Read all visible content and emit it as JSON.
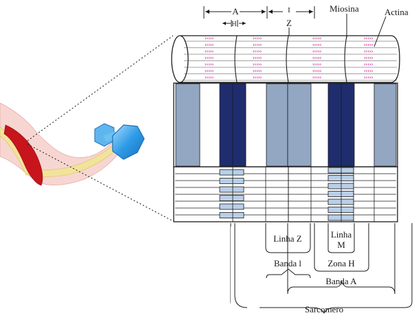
{
  "labels": {
    "a": "A",
    "i": "I",
    "h": "H",
    "z": "Z",
    "miosina": "Miosina",
    "actina": "Actina",
    "linha_z": "Linha Z",
    "linha_m_1": "Linha",
    "linha_m_2": "M",
    "banda_i": "Banda l",
    "zona_h": "Zona H",
    "banda_a": "Banda A",
    "sarcomero": "Sarcomero"
  },
  "colors": {
    "dark_band": "#1f2d6e",
    "light_band": "#93a7c3",
    "pale_block": "#b9cfe8",
    "chevron": "#d0209a",
    "muscle": "#c8141c",
    "skin": "#f3c8c4",
    "bone": "#f2e39a",
    "dumbbell": "#3aa5e8"
  }
}
